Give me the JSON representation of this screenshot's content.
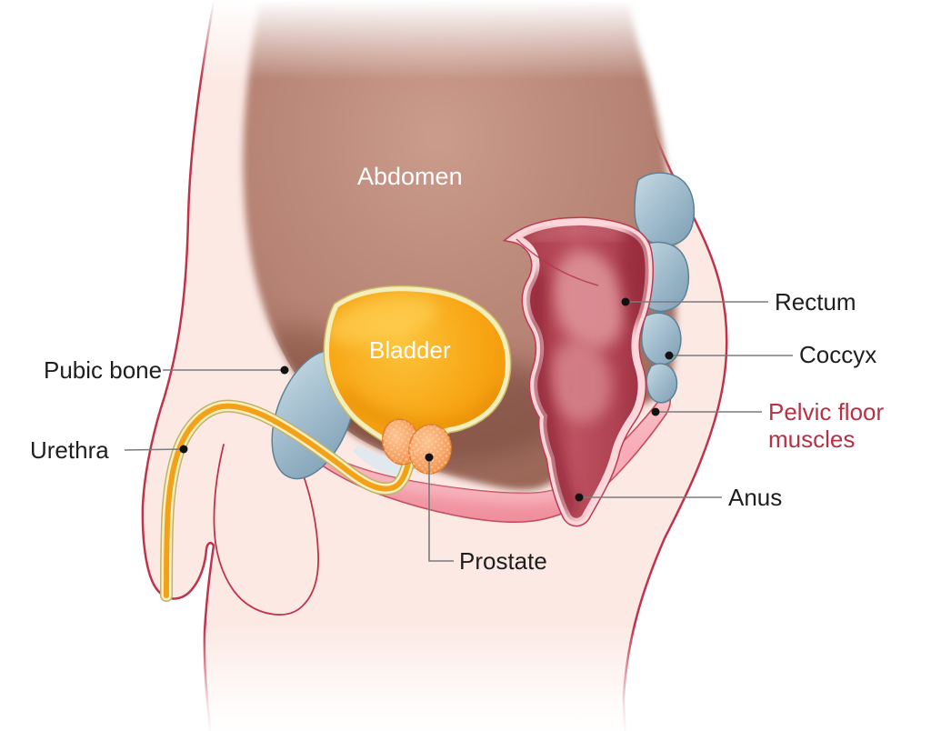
{
  "diagram": {
    "labels": {
      "abdomen": "Abdomen",
      "bladder": "Bladder",
      "pubic_bone": "Pubic bone",
      "urethra": "Urethra",
      "prostate": "Prostate",
      "rectum": "Rectum",
      "coccyx": "Coccyx",
      "pelvic_floor_line1": "Pelvic floor",
      "pelvic_floor_line2": "muscles",
      "anus": "Anus"
    },
    "colors": {
      "background": "#ffffff",
      "body_fill": "#fce9e4",
      "body_outline": "#c0334a",
      "cavity_brown": "#b58273",
      "bladder_orange": "#f7a413",
      "bladder_casing": "#f4eebd",
      "prostate_orange": "#f9a263",
      "urethra_orange": "#f3a118",
      "rectum_red": "#b04252",
      "rectum_casing": "#fbd6da",
      "bone_blue": "#9cb8ca",
      "muscle_pink": "#f6a7b2",
      "label_text": "#1e1e1e",
      "pelvic_floor_label_text": "#b63245",
      "white_label_text": "#fefefe",
      "leader_line": "#7b7b7b",
      "anchor_dot": "#111111"
    }
  }
}
